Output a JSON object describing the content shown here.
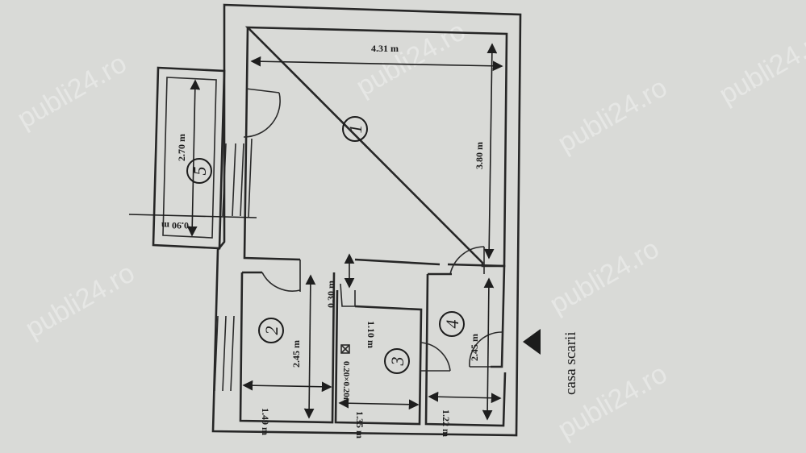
{
  "rooms": [
    {
      "number": "1"
    },
    {
      "number": "2"
    },
    {
      "number": "3"
    },
    {
      "number": "4"
    },
    {
      "number": "5"
    }
  ],
  "dimensions": {
    "room1_width": "4.31 m",
    "room1_length": "3.80 m",
    "balcony_length": "2.70 m",
    "balcony_width": "0.90 m",
    "room2_length": "2.45 m",
    "room2_width": "1.49 m",
    "room3_length": "1.10 m",
    "room3_width": "1.35 m",
    "wall_gap": "0.30 m",
    "duct": "0.20×0.20m",
    "room4_length": "2.45 m",
    "room4_width": "1.22 m"
  },
  "stair_label": "casa scarii",
  "watermark": "publi24.ro",
  "colors": {
    "paper": "#d9dad7",
    "ink": "#262626"
  }
}
